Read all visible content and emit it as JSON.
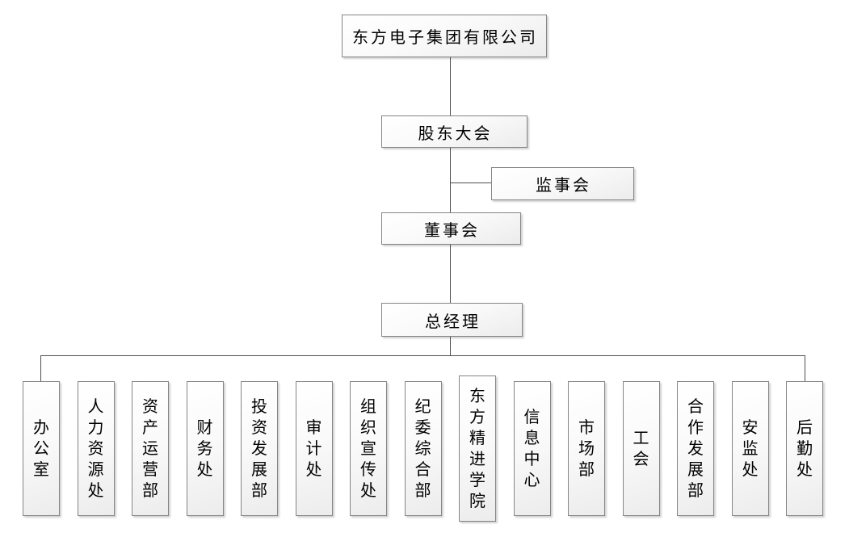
{
  "diagram_type": "org-chart",
  "colors": {
    "background": "#ffffff",
    "box_border": "#858585",
    "box_fill_top": "#ffffff",
    "box_fill_bottom": "#ececec",
    "connector": "#4f4f4f",
    "text": "#000000"
  },
  "nodes": {
    "company": {
      "label": "东方电子集团有限公司"
    },
    "shareholders_meeting": {
      "label": "股东大会"
    },
    "supervisory_board": {
      "label": "监事会"
    },
    "board_of_directors": {
      "label": "董事会"
    },
    "general_manager": {
      "label": "总经理"
    }
  },
  "departments": [
    {
      "label": "办公室"
    },
    {
      "label": "人力资源处"
    },
    {
      "label": "资产运营部"
    },
    {
      "label": "财务处"
    },
    {
      "label": "投资发展部"
    },
    {
      "label": "审计处"
    },
    {
      "label": "组织宣传处"
    },
    {
      "label": "纪委综合部"
    },
    {
      "label": "东方精进学院"
    },
    {
      "label": "信息中心"
    },
    {
      "label": "市场部"
    },
    {
      "label": "工会"
    },
    {
      "label": "合作发展部"
    },
    {
      "label": "安监处"
    },
    {
      "label": "后勤处"
    }
  ]
}
